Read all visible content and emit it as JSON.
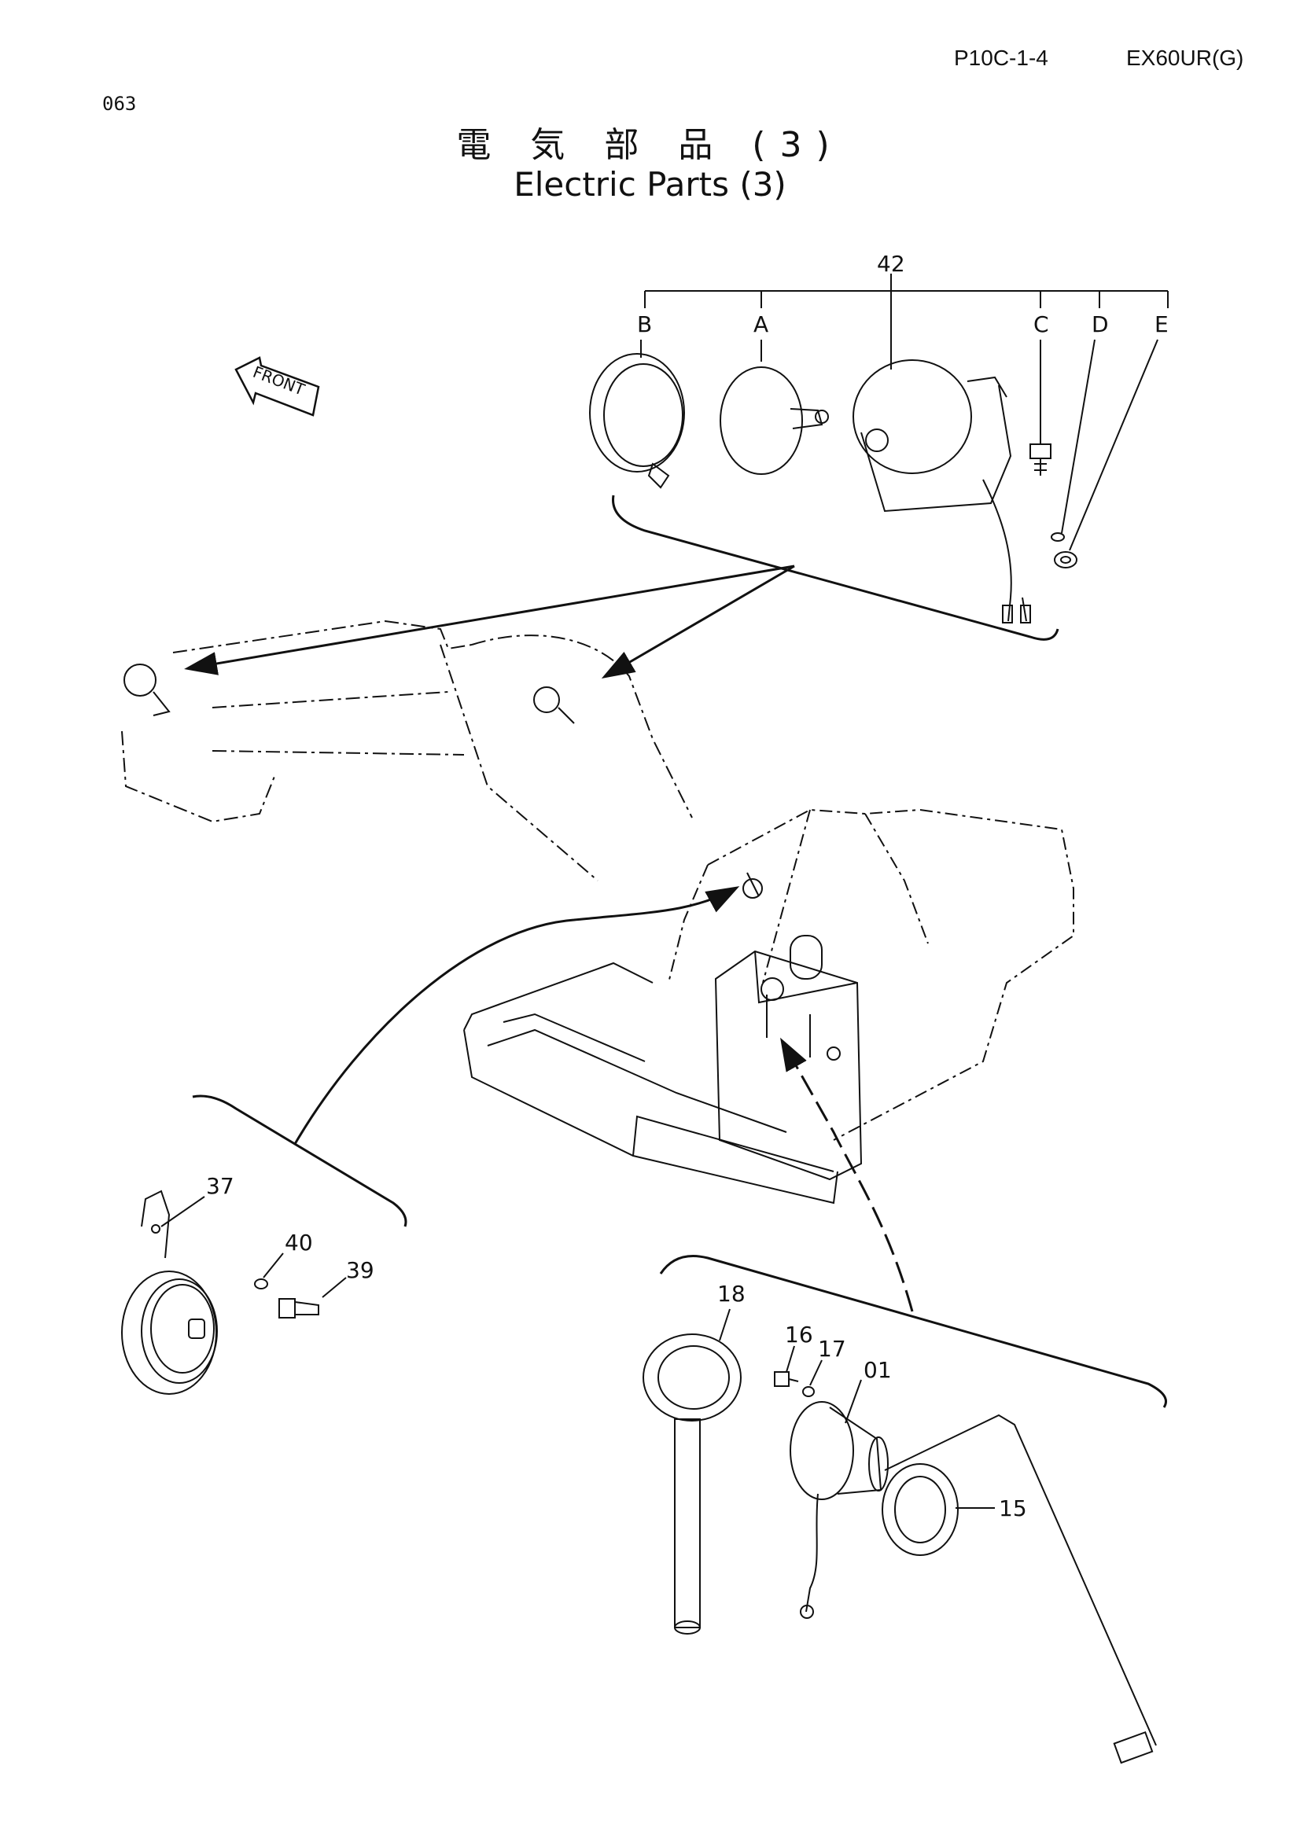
{
  "header": {
    "ref_code": "P10C-1-4",
    "model": "EX60UR(G)",
    "page_number": "063",
    "title_jp": "電 気 部 品 (3)",
    "title_en": "Electric Parts (3)"
  },
  "labels": {
    "front": "FRONT",
    "p42": "42",
    "pB": "B",
    "pA": "A",
    "pC": "C",
    "pD": "D",
    "pE": "E",
    "p37": "37",
    "p40": "40",
    "p39": "39",
    "p18": "18",
    "p16": "16",
    "p17": "17",
    "p01": "01",
    "p15": "15"
  }
}
